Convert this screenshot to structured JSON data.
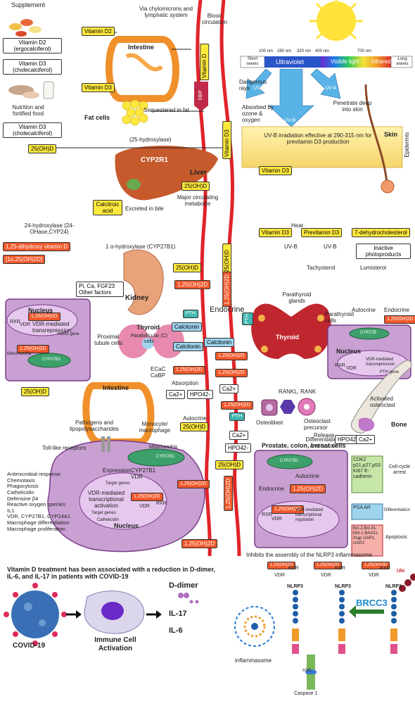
{
  "colors": {
    "vessel": "#e0242a",
    "vitamin_box": "#ffe83d",
    "active_box": "#f0582a",
    "cell_purple": "#c9a0d2",
    "cell_border": "#7a3d8a",
    "kidney": "#e8a37a",
    "liver": "#c65a2c",
    "sun": "#ffe23a",
    "covid": "#3a6fb6",
    "nlrp3_blue": "#1e5ea8",
    "brcc3_green": "#2a7d2a",
    "brcc3_text": "#1f8ad0"
  },
  "top_left": {
    "supplement": "Supplement",
    "vit_d2_name": "Vitamin D2 (ergocalciferol)",
    "vit_d3_name": "Vitamin D3 (cholecalciferol)",
    "nutrition": "Nutrition and fortified food",
    "vit_d3_name_2": "Vitamin D3 (cholecalciferol)",
    "vitamin_d2": "Vitamin D2",
    "vitamin_d3": "Vitamin D3",
    "via_chylo": "Via chylomicrons and lymphatic system",
    "blood_circ": "Blood circulation",
    "intestine": "Intestine",
    "fat_cells": "Fat cells",
    "sequestered": "Sequestered in fat",
    "vitamin_d_vessel": "Vitamin D",
    "dbp": "DBP"
  },
  "sun": {
    "short_waves": "Short waves",
    "nm100": "100 nm",
    "nm280": "280 nm",
    "nm320": "320 nm",
    "nm400": "400 nm",
    "nm700": "700 nm",
    "ultraviolet": "Ultraviolet",
    "visible": "Visible light",
    "infrared": "Infrared",
    "long_waves": "Long waves",
    "dangerous": "Dangerous rays",
    "uvc": "UV-C",
    "uvb": "UV-B",
    "uva": "UV-A",
    "absorbed": "Absorbed by ozone & oxygen",
    "penetrate": "Penetrate deep into skin",
    "skin": "Skin",
    "epidermis": "Epidermis",
    "uvb_effective": "UV-B irradiation effective at 290-315 nm for previtamin D3 production",
    "vitamin_d3_skin": "Vitamin D3"
  },
  "liver": {
    "hydroxylase": "(25-hydroxylase)",
    "cyp2r1": "CYP2R1",
    "liver": "Liver",
    "ohd_left": "25(OH)D",
    "vit_d3_vessel": "Vitamin D3",
    "ohd_box": "25(OH)D",
    "major_metabolite": "Major circulating metabolite",
    "calcitroic": "Calcitroic acid",
    "excreted": "Excreted in bile",
    "hydroxylase24": "24-hydroxylase (24-OHase,CYP24)",
    "dihydroxy": "1,25-dihydroxy vitamin D",
    "one_alpha": "[1α,25(OH)2D]"
  },
  "skin_chem": {
    "heat": "Heat",
    "vitamin_d3": "Vitamin D3",
    "previtamin_d3": "Previtamin D3",
    "dehydro": "7-dehydrocholesterol",
    "uvb1": "UV-B",
    "uvb2": "UV-B",
    "inactive": "Inactive photoproducts",
    "tachysterol": "Tachysterol",
    "lumisterol": "Lumisterol"
  },
  "kidney": {
    "alpha_hydroxylase": "1 α-hydroxylase (CYP27B1)",
    "ohd": "25(OH)D",
    "ohd_2": "1,25(OH)2D",
    "ohd_vessel_1": "25(OH)D",
    "ohd_vessel_2": "1,25(OH)2D",
    "factors": "Pi, Ca, FGF23 Other factors",
    "kidney": "Kidney",
    "proximal": "Proximal tubule cells",
    "nucleus": "Nucleus",
    "vdr_text": "VDR-mediated transrepression",
    "rxr": "RXR",
    "vdr": "VDR",
    "active": "1,25(OH)2D",
    "active_2": "1,25(OH)2D",
    "renin": "Renin gene",
    "cyp27b1": "CYP27B1",
    "mitochondria": "Mitochondria",
    "ohd_low": "25(OH)D"
  },
  "parathyroid": {
    "endocrine": "Endocrine",
    "pth": "PTH",
    "pth2": "PTH",
    "parathyroid_glands": "Parathyroid glands",
    "parathyroid_cells": "Parathyroid cells",
    "thyroid": "Thyroid",
    "autocrine": "Autocrine",
    "endocrine2": "Endocrine",
    "ohd_active": "1,25(OH)2D",
    "nucleus": "Nucleus",
    "vdr_text": "VDR-mediated transrepression",
    "pth_gene": "PTH gene",
    "cyp27b": "CYP27B",
    "rxr": "RXR",
    "vdr": "VDR"
  },
  "thyroid": {
    "thyroid": "Thyroid",
    "parafollicular": "Parafollicular (C) cells",
    "calcitonin1": "Calcitonin",
    "calcitonin2": "Calcitonin",
    "calcitonin3": "Calcitonin",
    "ohd_a": "1,25(OH)2D",
    "ohd_b": "1,25(OH)2D",
    "ecac": "ECaC CaBP",
    "ohd_c": "1,25(OH)2D",
    "absorption": "Absorption",
    "ca": "Ca2+",
    "hpo": "HPO42-",
    "ca2": "Ca2+",
    "intestine": "Intestine"
  },
  "bone": {
    "rankl": "RANKL, RANK",
    "osteoclast_prec": "Osteoclast precursor",
    "activated": "Activated osteoclast",
    "osteoblast": "Osteoblast",
    "differentiation": "Differentiation and fusion",
    "release": "Release",
    "bone": "Bone",
    "hpo": "HPO42-",
    "ca": "Ca2+",
    "ohd": "1,25(OH)2D",
    "pth": "PTH",
    "ca_vessel": "Ca2+",
    "hpo_vessel": "HPO42-"
  },
  "immune": {
    "pathogens": "Pathogens and lipopolysaccharides",
    "tlr": "Toll-like receptors",
    "autocrine": "Autocrine",
    "monocyte": "Monocyte/ macrophage",
    "ohd": "25(OH)D",
    "mitochondria": "Mitochondria",
    "cyp27b1": "CYP27B1",
    "expression": "Expression",
    "cyp_vdr": "CYP27B1 VDR",
    "target_genes": "Target genes",
    "vdr_activation": "VDR-mediated transcriptional activation",
    "target_genes2": "Target genes",
    "cathelicidin": "Cathelicidin",
    "rxr": "RXR",
    "vdr": "VDR",
    "active": "1,25(OH)2D",
    "active2": "1,25(OH)2D",
    "nucleus": "Nucleus",
    "responses": [
      "Antimicrobial response",
      "Chemotaxis",
      "Phagocytosis",
      "Cathelicidin",
      "Defensine β4",
      "Reactive oxygen species",
      "IL1",
      "VDR, CYP27B1, CYP24A1",
      "Macrophage differentiation",
      "Macrophage proliferation"
    ],
    "ohd_vessel": "25(OH)D",
    "active_vessel": "1,25(OH)2D",
    "active_vessel2": "1,25(OH)2D"
  },
  "prostate": {
    "title": "Prostate, colon, breast cells",
    "cyp27b1": "CYP27B1",
    "autocrine": "Autocrine",
    "endocrine": "Endocrine",
    "active": "1,25(OH)2D",
    "rxr": "RXR",
    "vdr": "VDR",
    "active2": "1,25(OH)2D",
    "vdr_reg": "VDR-mediated transcriptional regulation",
    "genes1": "CDK2 p21,p27,p53 Ki67 E-cadherin",
    "cell_cycle": "Cell-cycle arrest",
    "genes2": "PSA AR",
    "differentiation": "Differentiation",
    "genes3": "Bcl-2,Bcl-XL Mcl-1 BAG1L XIap cIAP1, cIAP2",
    "apoptosis": "Apoptosis"
  },
  "covid": {
    "heading": "Vitamin D treatment has been associated with a reduction in D-dimer, IL-6, and IL-17 in patients with COVID-19",
    "covid": "COVID-19",
    "immune": "Immune Cell Activation",
    "ddimer": "D-dimer",
    "il17": "IL-17",
    "il6": "IL-6"
  },
  "nlrp3": {
    "heading": "Inhibits the assembly of the NLRP3 inflammasome",
    "active1": "1,25(OH)2D",
    "active2": "1,25(OH)2D",
    "active3": "1,25(OH)2D",
    "vdr1": "VDR",
    "vdr2": "VDR",
    "vdr3": "VDR",
    "rxr1": "RXR",
    "rxr2": "RXR",
    "rxr3": "RXR",
    "nlrp3_1": "NLRP3",
    "nlrp3_2": "NLRP3",
    "nlrp3_3": "NLRP3",
    "ubi": "Ubi",
    "brcc3": "BRCC3",
    "inflammasome": "inflammasome",
    "asc": "ASC",
    "caspase": "Caspase 1"
  }
}
